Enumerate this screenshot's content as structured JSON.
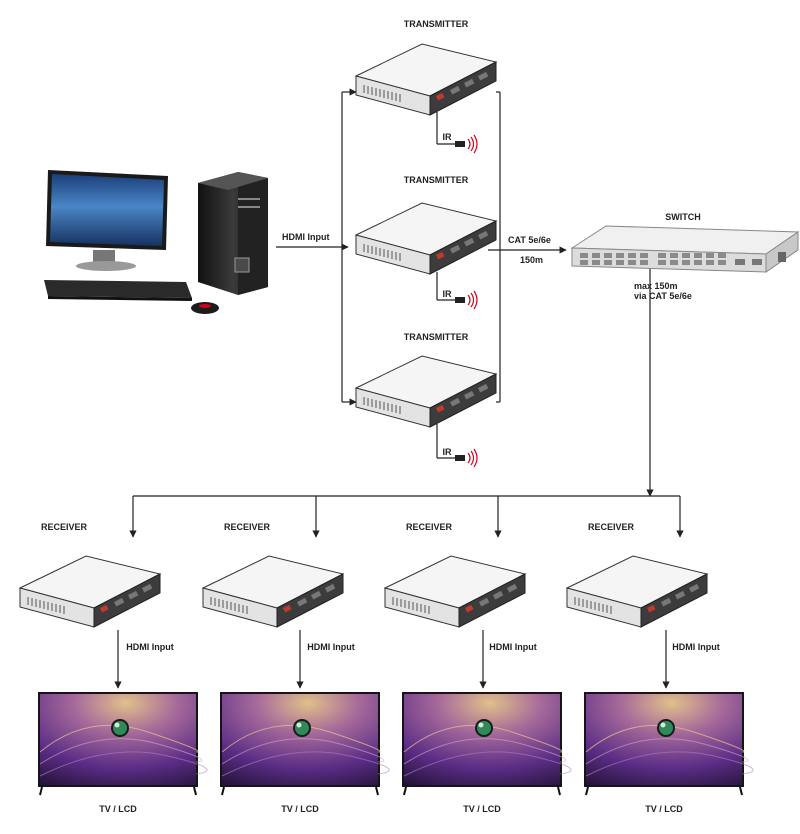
{
  "labels": {
    "transmitter": "TRANSMITTER",
    "receiver": "RECEIVER",
    "switch": "SWITCH",
    "hdmi_input": "HDMI Input",
    "ir": "IR",
    "cat_cable": "CAT 5e/6e",
    "cable_length": "150m",
    "max_distance": "max 150m",
    "via_cable": "via CAT 5e/6e",
    "tv": "TV / LCD"
  },
  "colors": {
    "line": "#222222",
    "device_top": "#f4f4f4",
    "device_front": "#e2e2e2",
    "device_side": "#3a3a3a",
    "ir_red": "#d0021b",
    "tv_frame": "#151515",
    "tv_purple": "#7a3c98",
    "tv_gold": "#c9a267",
    "switch_body": "#e6e6e6",
    "port": "#8a8a8a",
    "monitor_blue": "#2c6fb4"
  },
  "icons": [
    "computer-icon",
    "transmitter-icon",
    "receiver-icon",
    "switch-icon",
    "tv-icon",
    "ir-sensor-icon"
  ]
}
